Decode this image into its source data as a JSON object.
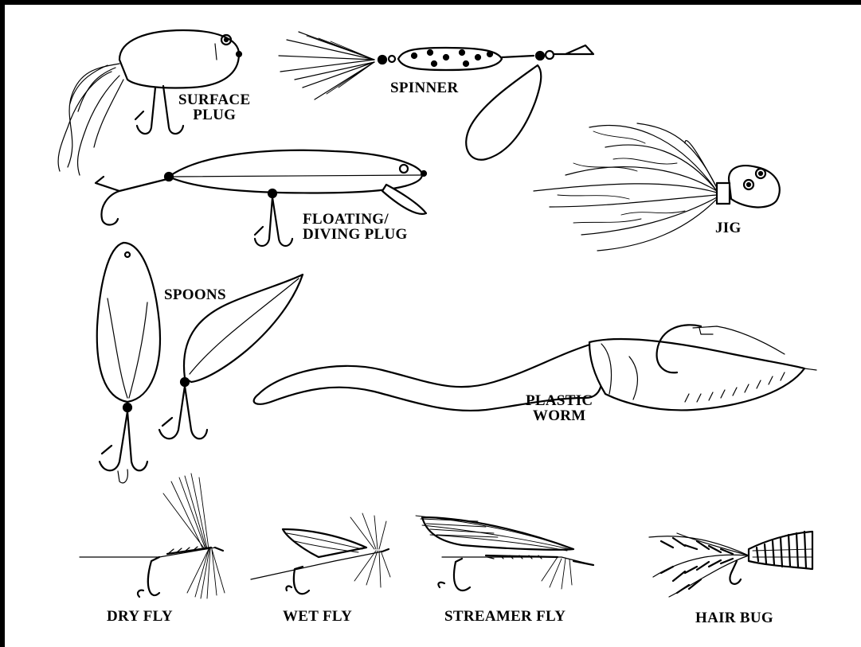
{
  "lures": [
    {
      "id": "surface-plug",
      "lines": [
        "SURFACE",
        "PLUG"
      ]
    },
    {
      "id": "spinner",
      "lines": [
        "SPINNER"
      ]
    },
    {
      "id": "jig",
      "lines": [
        "JIG"
      ]
    },
    {
      "id": "floating-diving-plug",
      "lines": [
        "FLOATING/",
        "DIVING PLUG"
      ]
    },
    {
      "id": "spoons",
      "lines": [
        "SPOONS"
      ]
    },
    {
      "id": "plastic-worm",
      "lines": [
        "PLASTIC",
        "WORM"
      ]
    },
    {
      "id": "dry-fly",
      "lines": [
        "DRY FLY"
      ]
    },
    {
      "id": "wet-fly",
      "lines": [
        "WET FLY"
      ]
    },
    {
      "id": "streamer-fly",
      "lines": [
        "STREAMER FLY"
      ]
    },
    {
      "id": "hair-bug",
      "lines": [
        "HAIR BUG"
      ]
    }
  ]
}
